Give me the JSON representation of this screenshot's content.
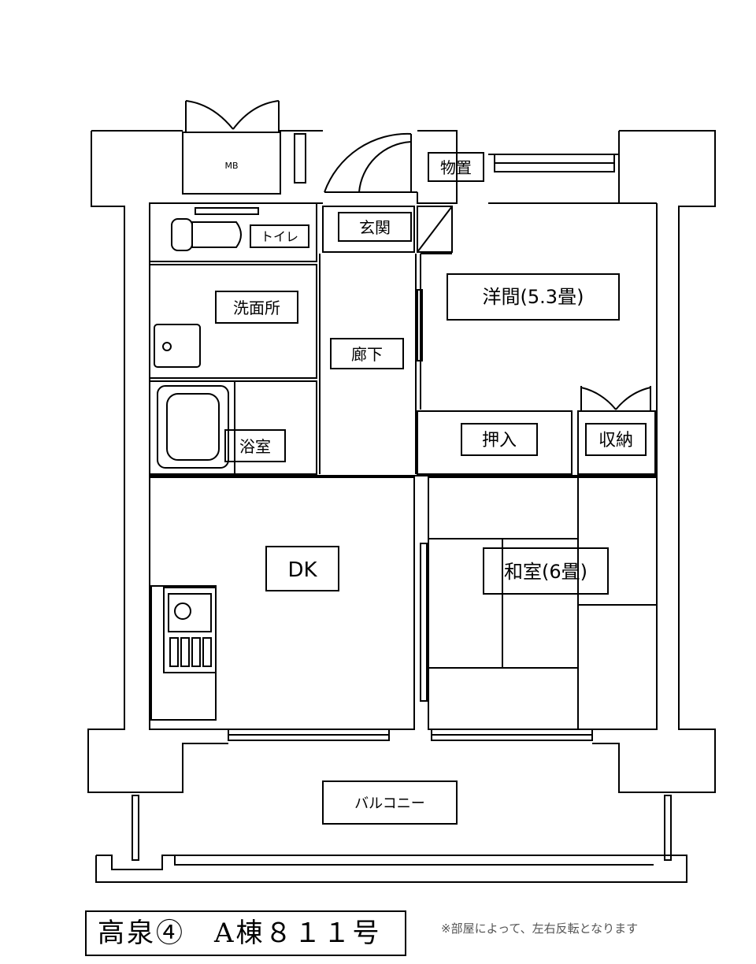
{
  "rooms": {
    "mb": "MB",
    "storage_closet": "物置",
    "entrance": "玄関",
    "toilet": "トイレ",
    "western_room": "洋間(5.3畳)",
    "washroom": "洗面所",
    "hallway": "廊下",
    "closet_oshiire": "押入",
    "closet_storage": "収納",
    "bathroom": "浴室",
    "dk": "DK",
    "japanese_room": "和室(6畳)",
    "balcony": "バルコニー"
  },
  "footer": {
    "title": "高泉④　A棟８１１号",
    "note": "※部屋によって、左右反転となります"
  }
}
